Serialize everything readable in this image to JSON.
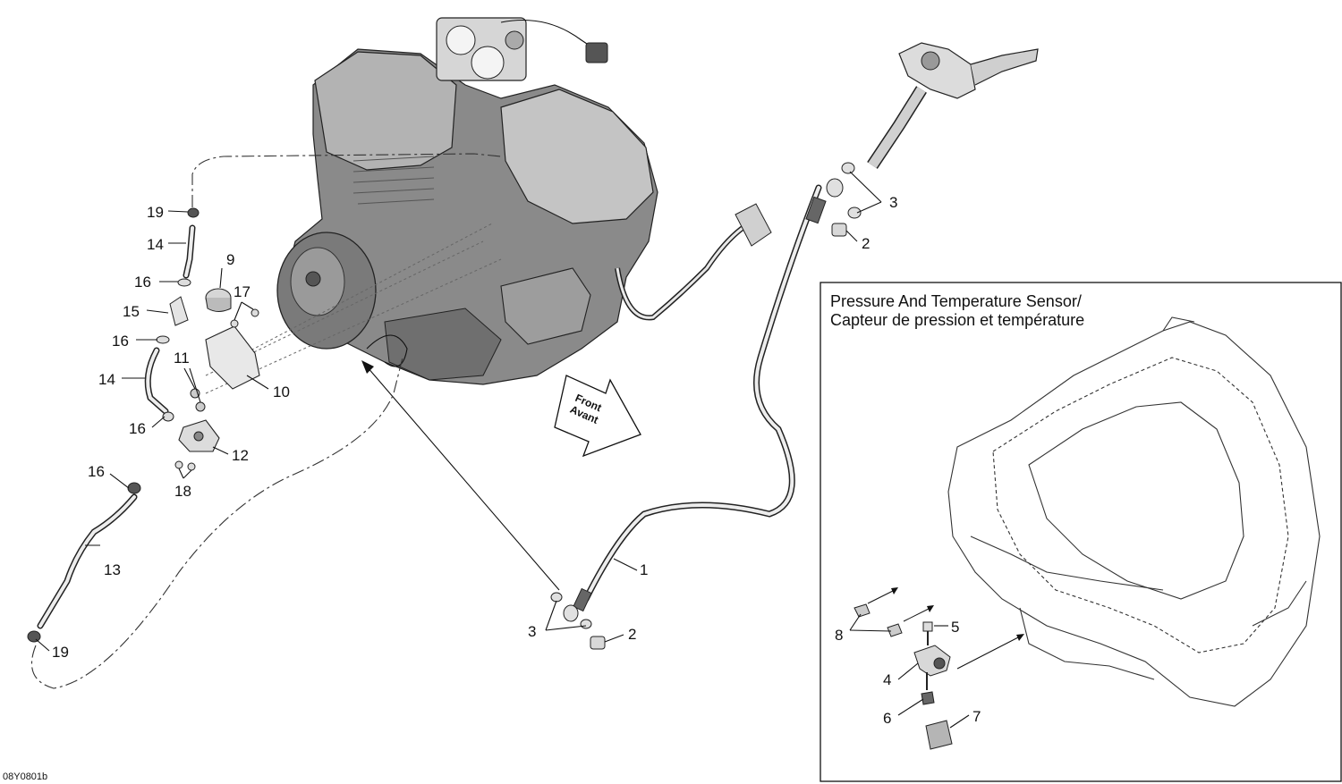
{
  "inset": {
    "title_line1": "Pressure And Temperature Sensor/",
    "title_line2": "Capteur de pression et température"
  },
  "front_arrow": {
    "line1": "Front",
    "line2": "Avant"
  },
  "reference": "08Y0801b",
  "callouts": {
    "c1": "1",
    "c2a": "2",
    "c2b": "2",
    "c3a": "3",
    "c3b": "3",
    "c4": "4",
    "c5": "5",
    "c6": "6",
    "c7": "7",
    "c8": "8",
    "c9": "9",
    "c10": "10",
    "c11": "11",
    "c12": "12",
    "c13": "13",
    "c14a": "14",
    "c14b": "14",
    "c15": "15",
    "c16a": "16",
    "c16b": "16",
    "c16c": "16",
    "c16d": "16",
    "c17": "17",
    "c18": "18",
    "c19a": "19",
    "c19b": "19"
  },
  "colors": {
    "engine_body": "#8c8c8c",
    "engine_highlight": "#c9c9c9",
    "line": "#222222"
  }
}
